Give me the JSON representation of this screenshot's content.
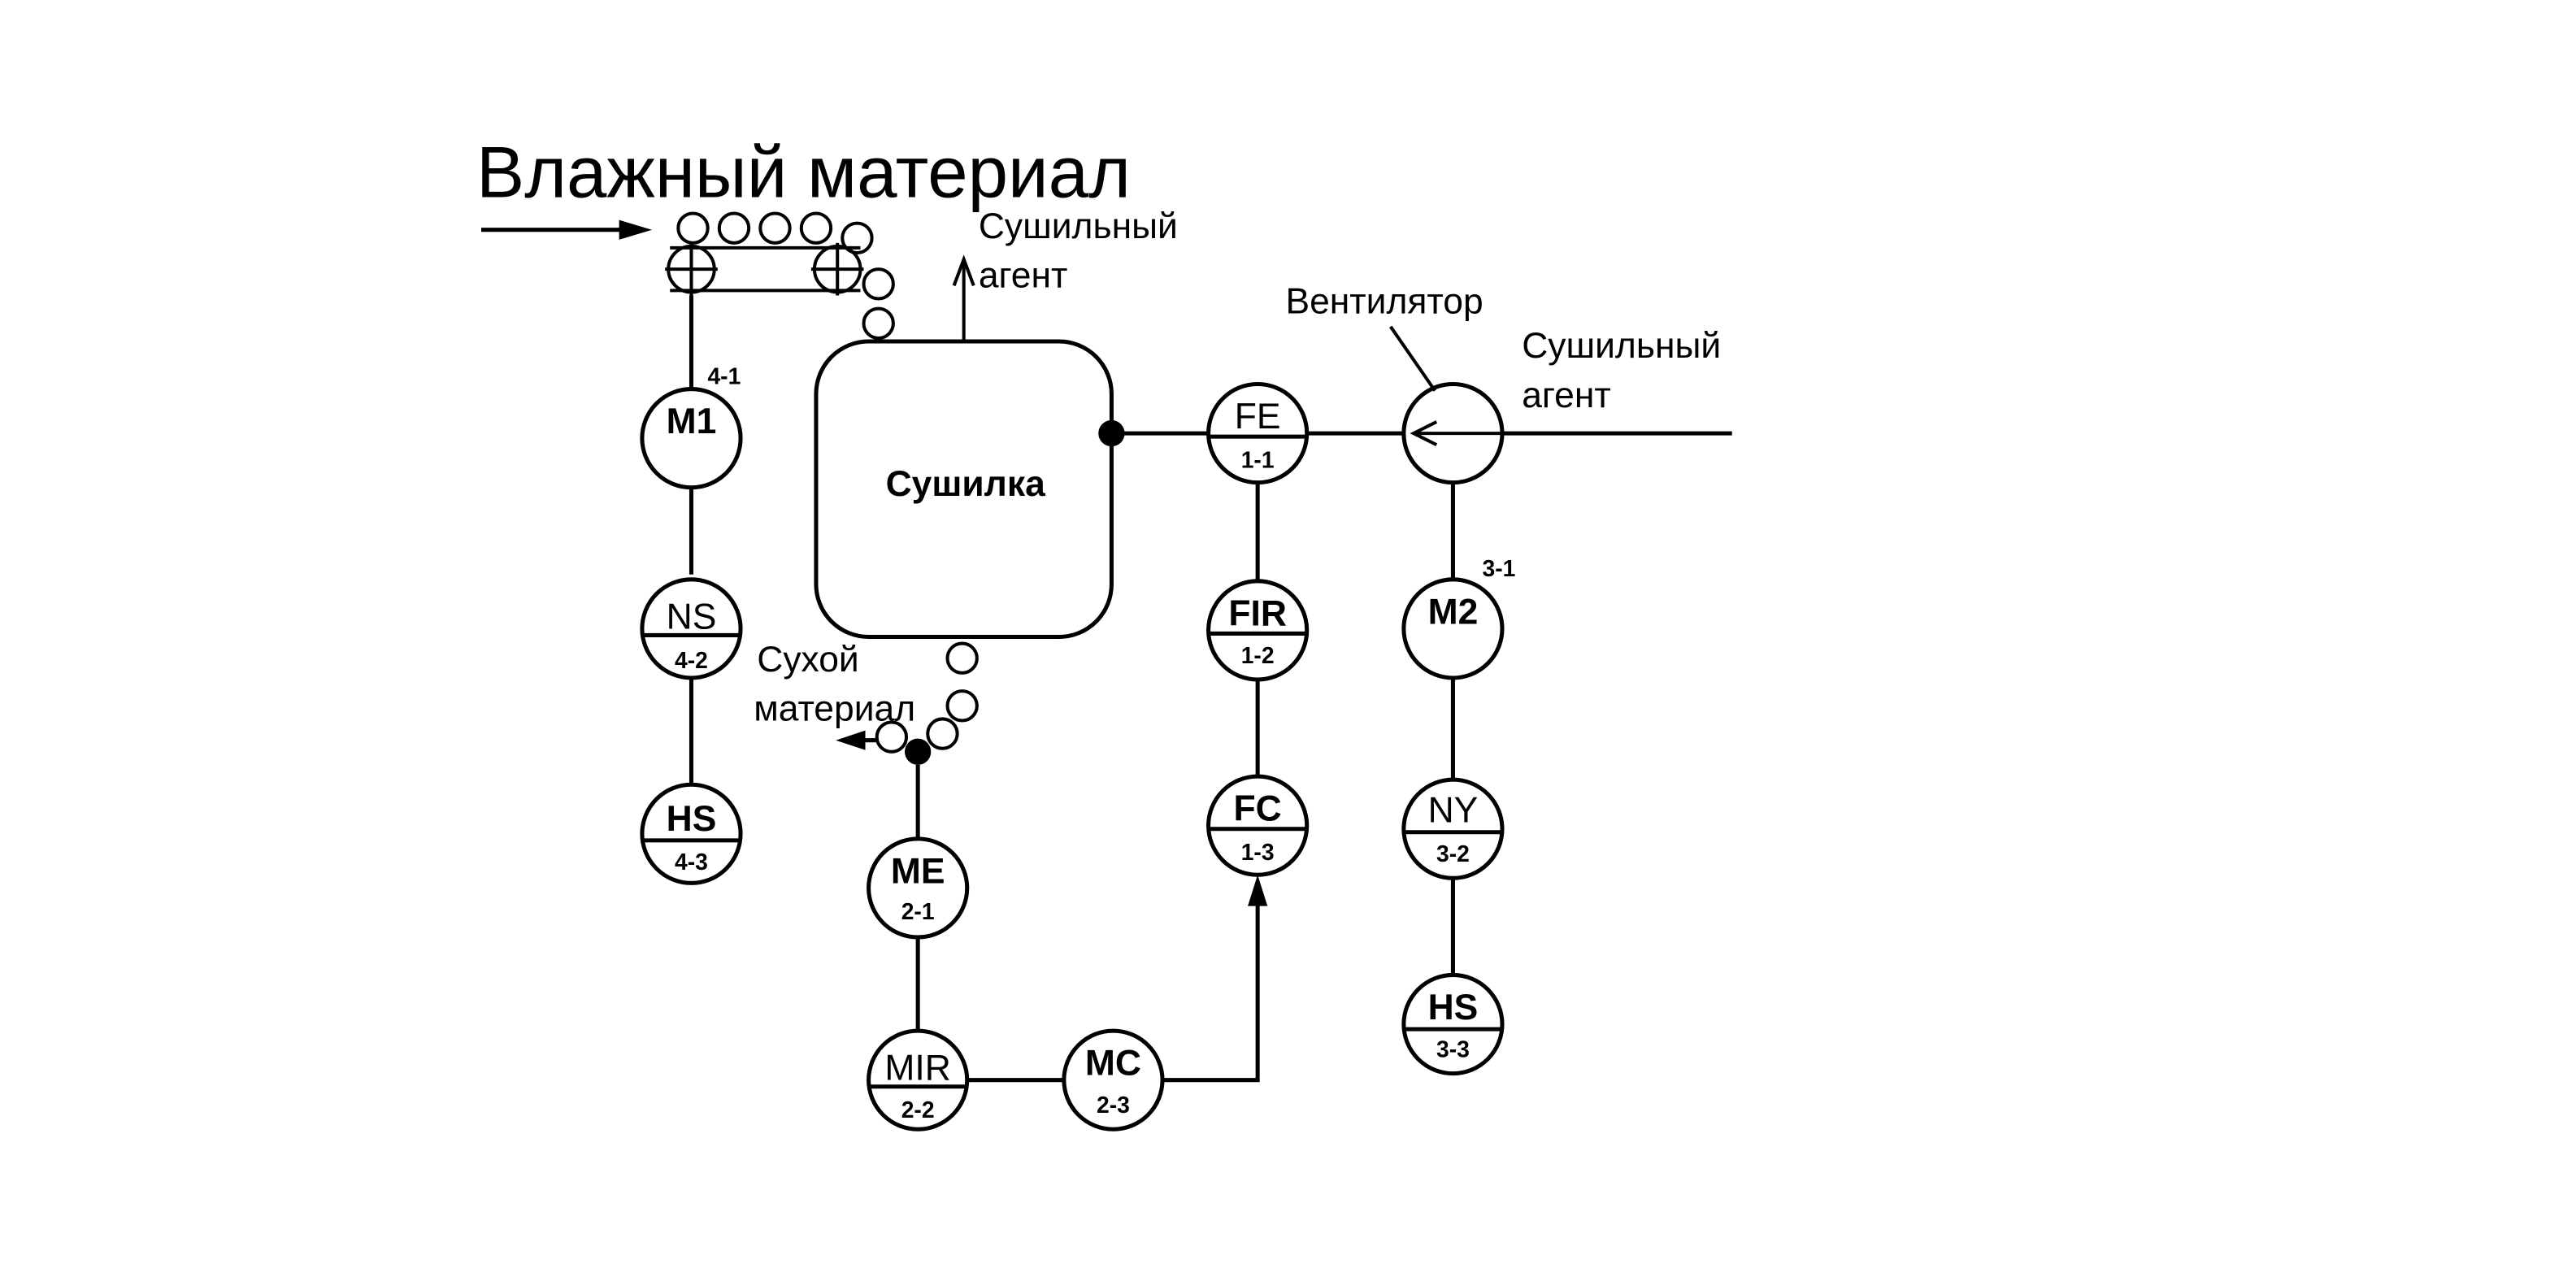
{
  "labels": {
    "wet_material": "Влажный материал",
    "drying_agent_out_1": "Сушильный",
    "drying_agent_out_2": "агент",
    "dryer": "Сушилка",
    "fan": "Вентилятор",
    "drying_agent_in_1": "Сушильный",
    "drying_agent_in_2": "агент",
    "dry_material_1": "Сухой",
    "dry_material_2": "материал"
  },
  "instruments": {
    "m1": {
      "code": "M1",
      "num": "4-1"
    },
    "ns": {
      "code": "NS",
      "num": "4-2"
    },
    "hs4": {
      "code": "HS",
      "num": "4-3"
    },
    "fe": {
      "code": "FE",
      "num": "1-1"
    },
    "fir": {
      "code": "FIR",
      "num": "1-2"
    },
    "fc": {
      "code": "FC",
      "num": "1-3"
    },
    "me": {
      "code": "ME",
      "num": "2-1"
    },
    "mir": {
      "code": "MIR",
      "num": "2-2"
    },
    "mc": {
      "code": "MC",
      "num": "2-3"
    },
    "m2": {
      "code": "M2",
      "num": "3-1"
    },
    "ny": {
      "code": "NY",
      "num": "3-2"
    },
    "hs3": {
      "code": "HS",
      "num": "3-3"
    }
  }
}
